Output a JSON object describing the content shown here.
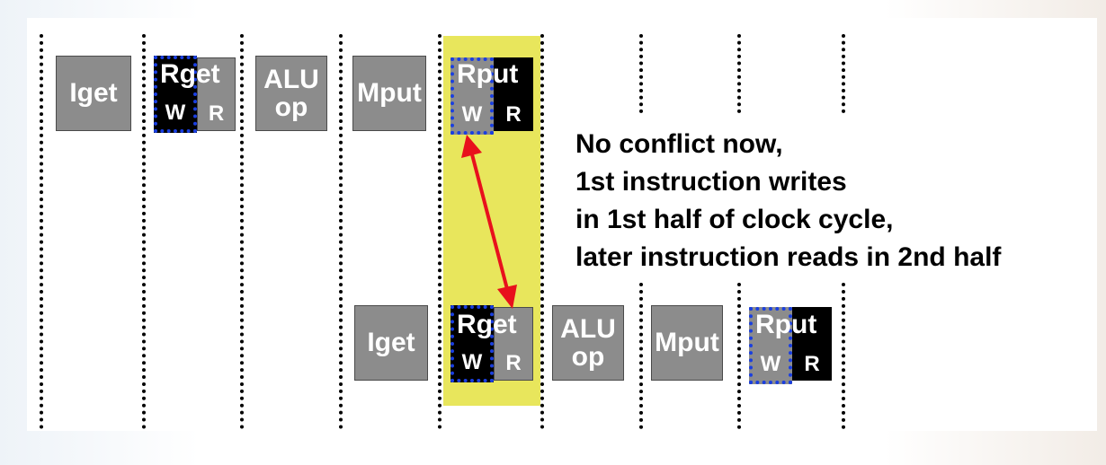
{
  "pipeline": {
    "row1": {
      "iget": "Iget",
      "rget": {
        "label": "Rget",
        "w": "W",
        "r": "R"
      },
      "alu": {
        "line1": "ALU",
        "line2": "op"
      },
      "mput": "Mput",
      "rput": {
        "label": "Rput",
        "w": "W",
        "r": "R"
      }
    },
    "row2": {
      "iget": "Iget",
      "rget": {
        "label": "Rget",
        "w": "W",
        "r": "R"
      },
      "alu": {
        "line1": "ALU",
        "line2": "op"
      },
      "mput": "Mput",
      "rput": {
        "label": "Rput",
        "w": "W",
        "r": "R"
      }
    }
  },
  "note": {
    "lines": [
      "No conflict now,",
      "1st instruction writes",
      "in 1st half of clock cycle,",
      "later instruction reads in 2nd half"
    ]
  },
  "colors": {
    "highlight": "#e8e65c",
    "stage_grey": "#8c8c8c",
    "dotted_border": "#1a3fe0",
    "arrow": "#e8101c"
  }
}
